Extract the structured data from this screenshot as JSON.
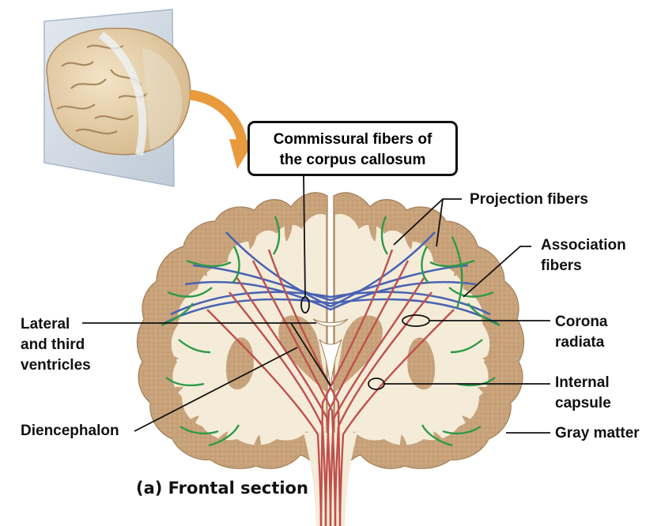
{
  "labels": {
    "commissural_line1": "Commissural fibers of",
    "commissural_line2": "the corpus callosum",
    "projection": "Projection fibers",
    "association_line1": "Association",
    "association_line2": "fibers",
    "lateral_line1": "Lateral",
    "lateral_line2": "and third",
    "lateral_line3": "ventricles",
    "corona_line1": "Corona",
    "corona_line2": "radiata",
    "internal_line1": "Internal",
    "internal_line2": "capsule",
    "diencephalon": "Diencephalon",
    "gray_matter": "Gray matter",
    "caption": "(a) Frontal section"
  },
  "colors": {
    "gray_matter": "#c8a27a",
    "white_matter": "#f4ecd8",
    "projection_fibers": "#c0504d",
    "commissural_fibers": "#4a63b4",
    "association_fibers": "#2e9a47",
    "arrow": "#e89a3c"
  }
}
